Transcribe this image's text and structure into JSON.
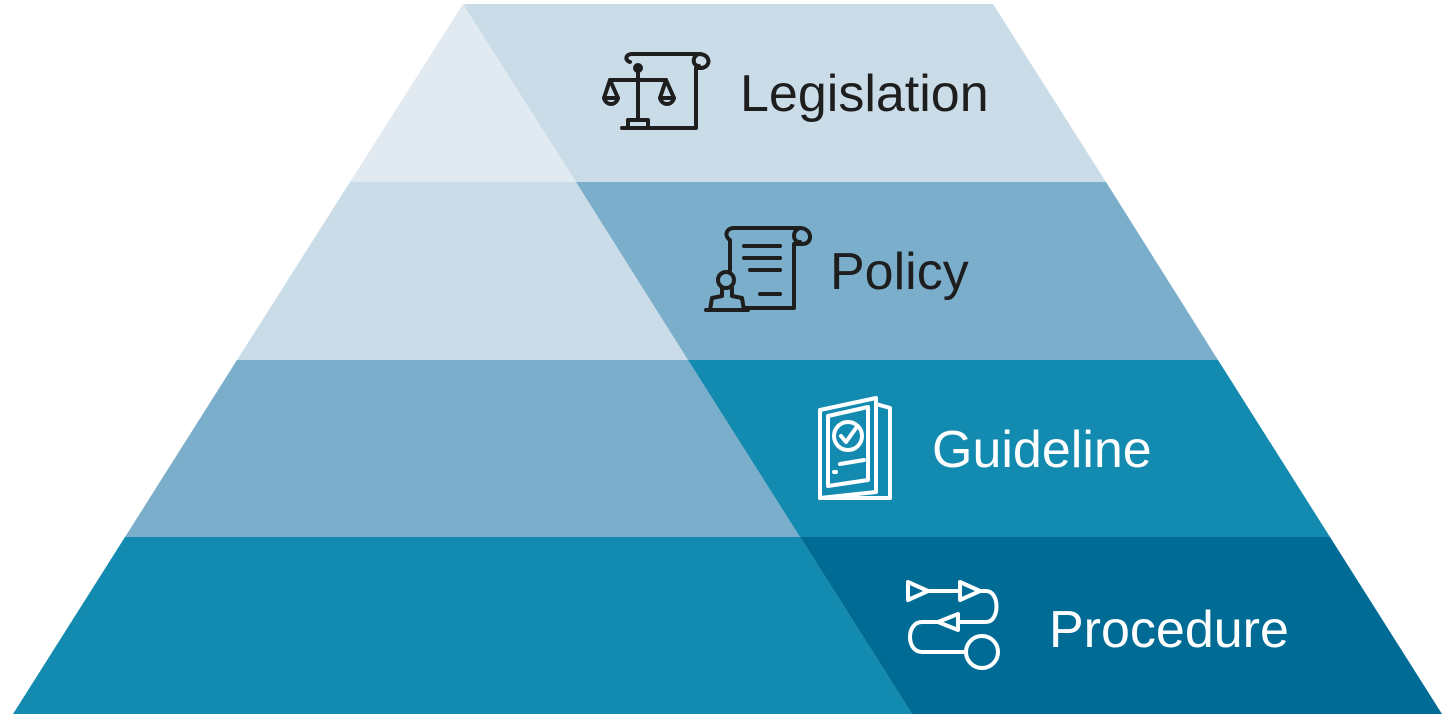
{
  "diagram": {
    "type": "pyramid",
    "levels": [
      {
        "label": "Legislation",
        "icon": "scales-of-justice-scroll-icon",
        "text_color": "#1e1e1e"
      },
      {
        "label": "Policy",
        "icon": "policy-document-stamp-icon",
        "text_color": "#1e1e1e"
      },
      {
        "label": "Guideline",
        "icon": "approved-document-checkmark-icon",
        "text_color": "#ffffff"
      },
      {
        "label": "Procedure",
        "icon": "process-flow-arrows-icon",
        "text_color": "#ffffff"
      }
    ],
    "colors": {
      "tier1_left": "#e1e9f1",
      "tier1_right": "#c9dce8",
      "tier2_left": "#c9dce8",
      "tier2_right": "#7aaeca",
      "tier3_left": "#7aaeca",
      "tier3_right": "#138aaf",
      "tier4_left": "#138aaf",
      "tier4_right": "#006c95"
    }
  }
}
